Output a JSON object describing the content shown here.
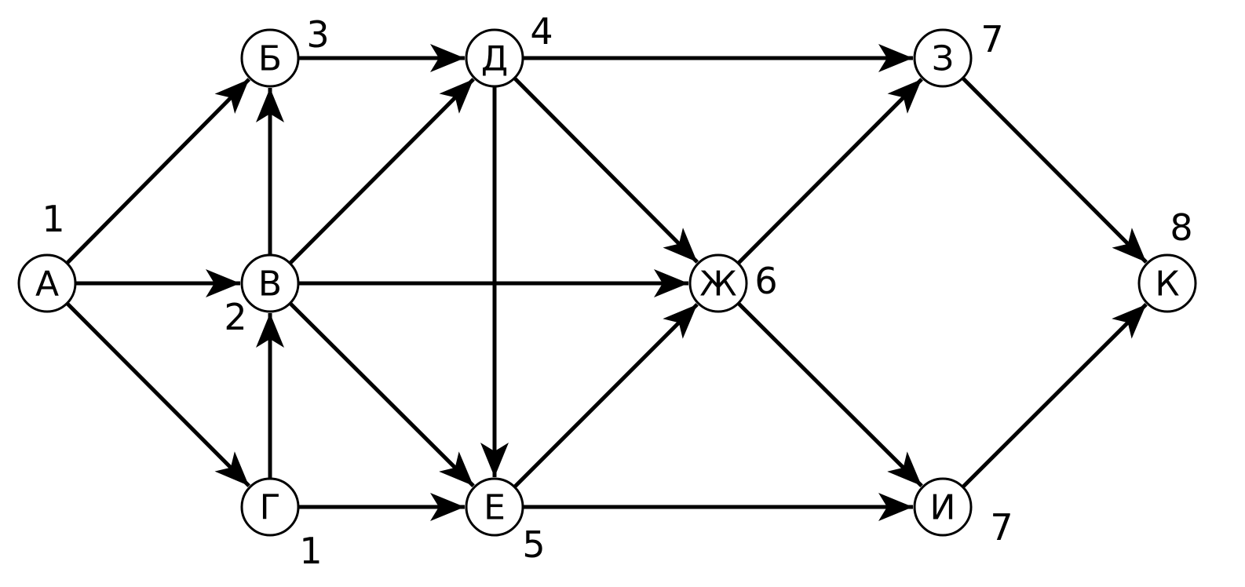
{
  "graph": {
    "nodes": [
      {
        "id": "A",
        "label": "А",
        "weight": "1"
      },
      {
        "id": "B",
        "label": "Б",
        "weight": "3"
      },
      {
        "id": "V",
        "label": "В",
        "weight": "2"
      },
      {
        "id": "G",
        "label": "Г",
        "weight": "1"
      },
      {
        "id": "D",
        "label": "Д",
        "weight": "4"
      },
      {
        "id": "E",
        "label": "Е",
        "weight": "5"
      },
      {
        "id": "Zh",
        "label": "Ж",
        "weight": "6"
      },
      {
        "id": "Z",
        "label": "З",
        "weight": "7"
      },
      {
        "id": "I",
        "label": "И",
        "weight": "7"
      },
      {
        "id": "K",
        "label": "К",
        "weight": "8"
      }
    ],
    "edges": [
      {
        "from": "A",
        "to": "B"
      },
      {
        "from": "A",
        "to": "V"
      },
      {
        "from": "A",
        "to": "G"
      },
      {
        "from": "V",
        "to": "B"
      },
      {
        "from": "G",
        "to": "V"
      },
      {
        "from": "B",
        "to": "D"
      },
      {
        "from": "V",
        "to": "D"
      },
      {
        "from": "V",
        "to": "Zh"
      },
      {
        "from": "V",
        "to": "E"
      },
      {
        "from": "G",
        "to": "E"
      },
      {
        "from": "D",
        "to": "E"
      },
      {
        "from": "D",
        "to": "Zh"
      },
      {
        "from": "D",
        "to": "Z"
      },
      {
        "from": "E",
        "to": "Zh"
      },
      {
        "from": "E",
        "to": "I"
      },
      {
        "from": "Zh",
        "to": "Z"
      },
      {
        "from": "Zh",
        "to": "I"
      },
      {
        "from": "Z",
        "to": "K"
      },
      {
        "from": "I",
        "to": "K"
      }
    ]
  }
}
